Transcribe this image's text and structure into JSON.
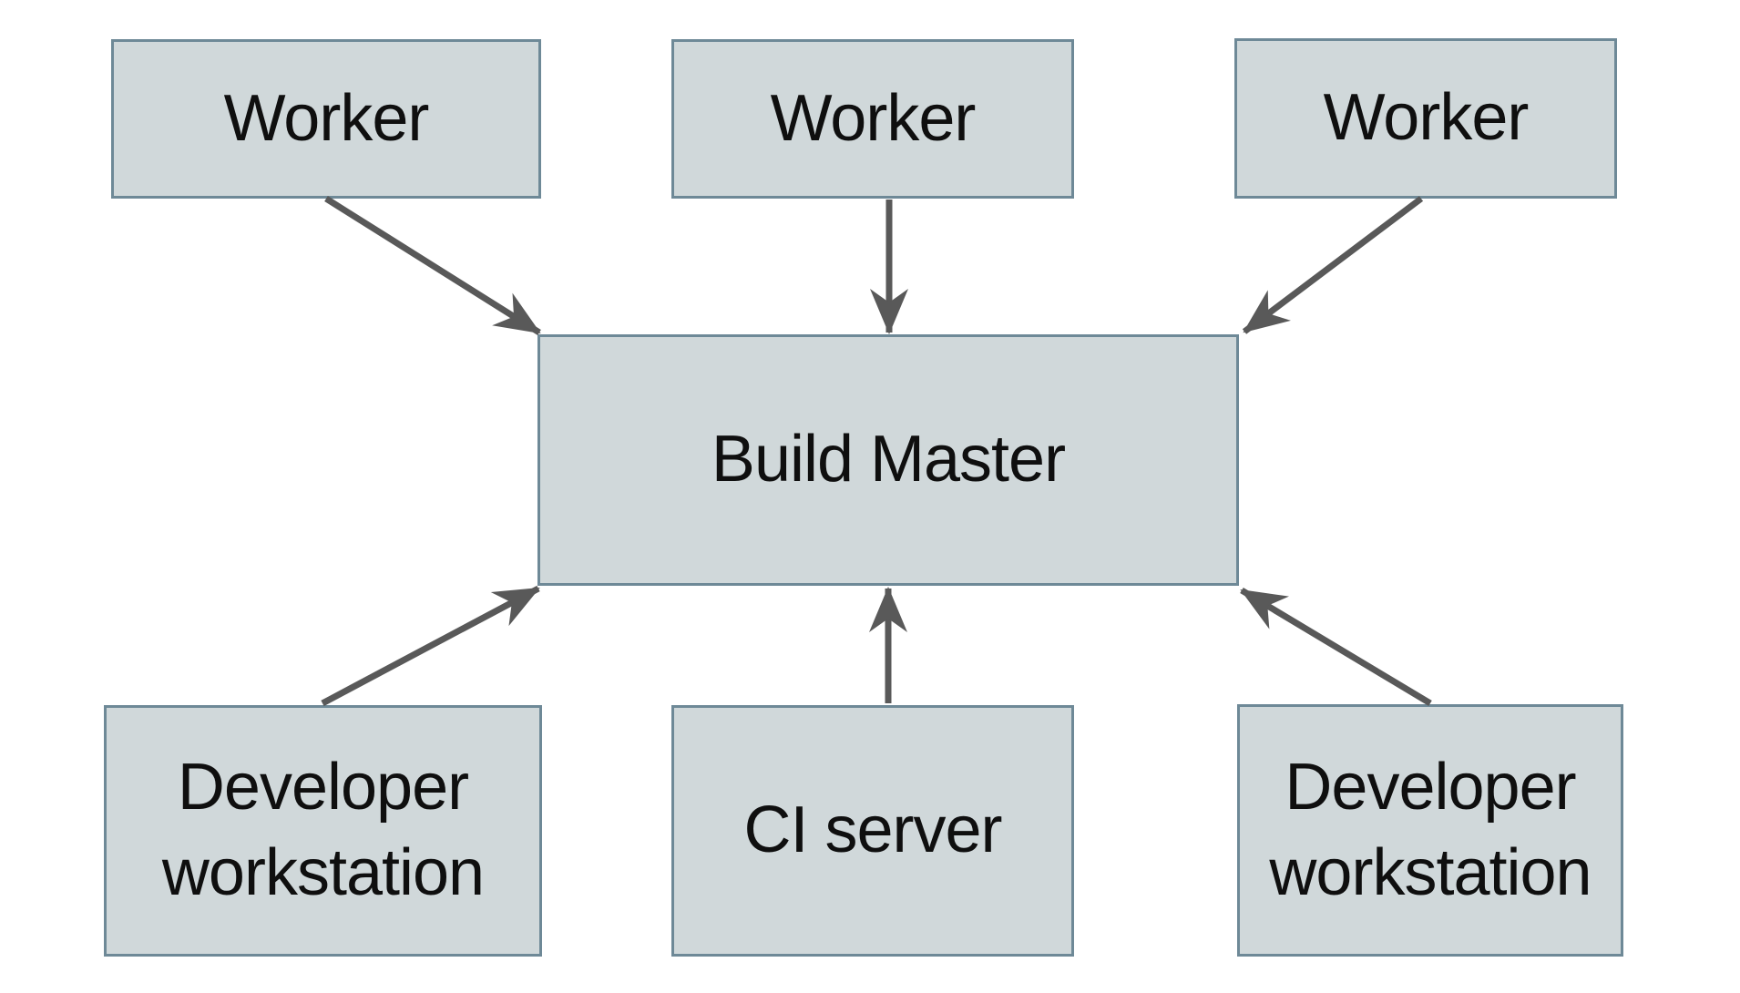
{
  "nodes": {
    "worker_left": {
      "label": "Worker"
    },
    "worker_center": {
      "label": "Worker"
    },
    "worker_right": {
      "label": "Worker"
    },
    "build_master": {
      "label": "Build Master"
    },
    "dev_left": {
      "label": "Developer workstation"
    },
    "ci_server": {
      "label": "CI server"
    },
    "dev_right": {
      "label": "Developer workstation"
    }
  },
  "edges": [
    {
      "from": "worker-left",
      "to": "build-master",
      "direction": "into-top-left-corner"
    },
    {
      "from": "worker-center",
      "to": "build-master",
      "direction": "into-top-edge"
    },
    {
      "from": "worker-right",
      "to": "build-master",
      "direction": "into-top-right-corner"
    },
    {
      "from": "dev-left",
      "to": "build-master",
      "direction": "into-bottom-left-corner"
    },
    {
      "from": "ci-server",
      "to": "build-master",
      "direction": "into-bottom-edge"
    },
    {
      "from": "dev-right",
      "to": "build-master",
      "direction": "into-bottom-right-corner"
    }
  ],
  "colors": {
    "node_fill": "#d0d8da",
    "node_border": "#6e8997",
    "arrow": "#595959",
    "text": "#0f0f0f",
    "background": "#ffffff"
  }
}
